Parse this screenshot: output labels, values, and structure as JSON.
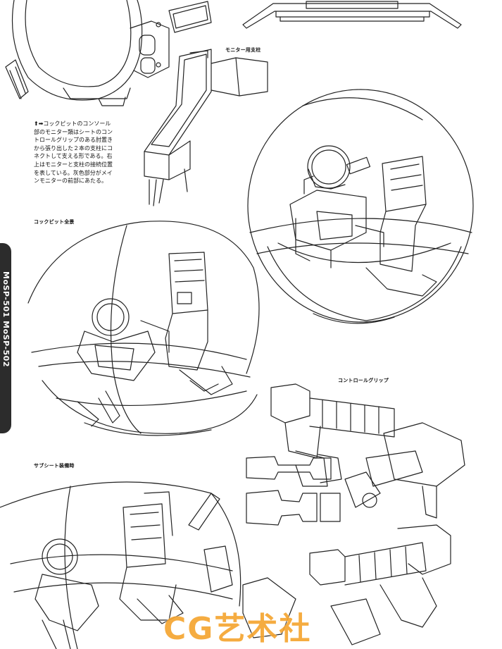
{
  "labels": {
    "monitor_strut": "モニター用支柱",
    "cockpit_overview": "コックピット全景",
    "control_grip": "コントロールグリップ",
    "sub_seat": "サブシート装備時"
  },
  "description": {
    "lines": [
      "⬆➡コックピットのコンソール",
      "部のモニター類はシートのコン",
      "トロールグリップのある肘置き",
      "から張り出した２本の支柱にコ",
      "ネクトして支える形である。右",
      "上はモニターと支柱の接続位置",
      "を表している。灰色部分がメイ",
      "ンモニターの前部にあたる。"
    ]
  },
  "side_tab": {
    "text": "MoSP-501 MoSP-502"
  },
  "watermark": {
    "text": "CG艺术社"
  },
  "colors": {
    "ink": "#111111",
    "tab": "#2c2c2c",
    "watermark": "#f5a531"
  }
}
